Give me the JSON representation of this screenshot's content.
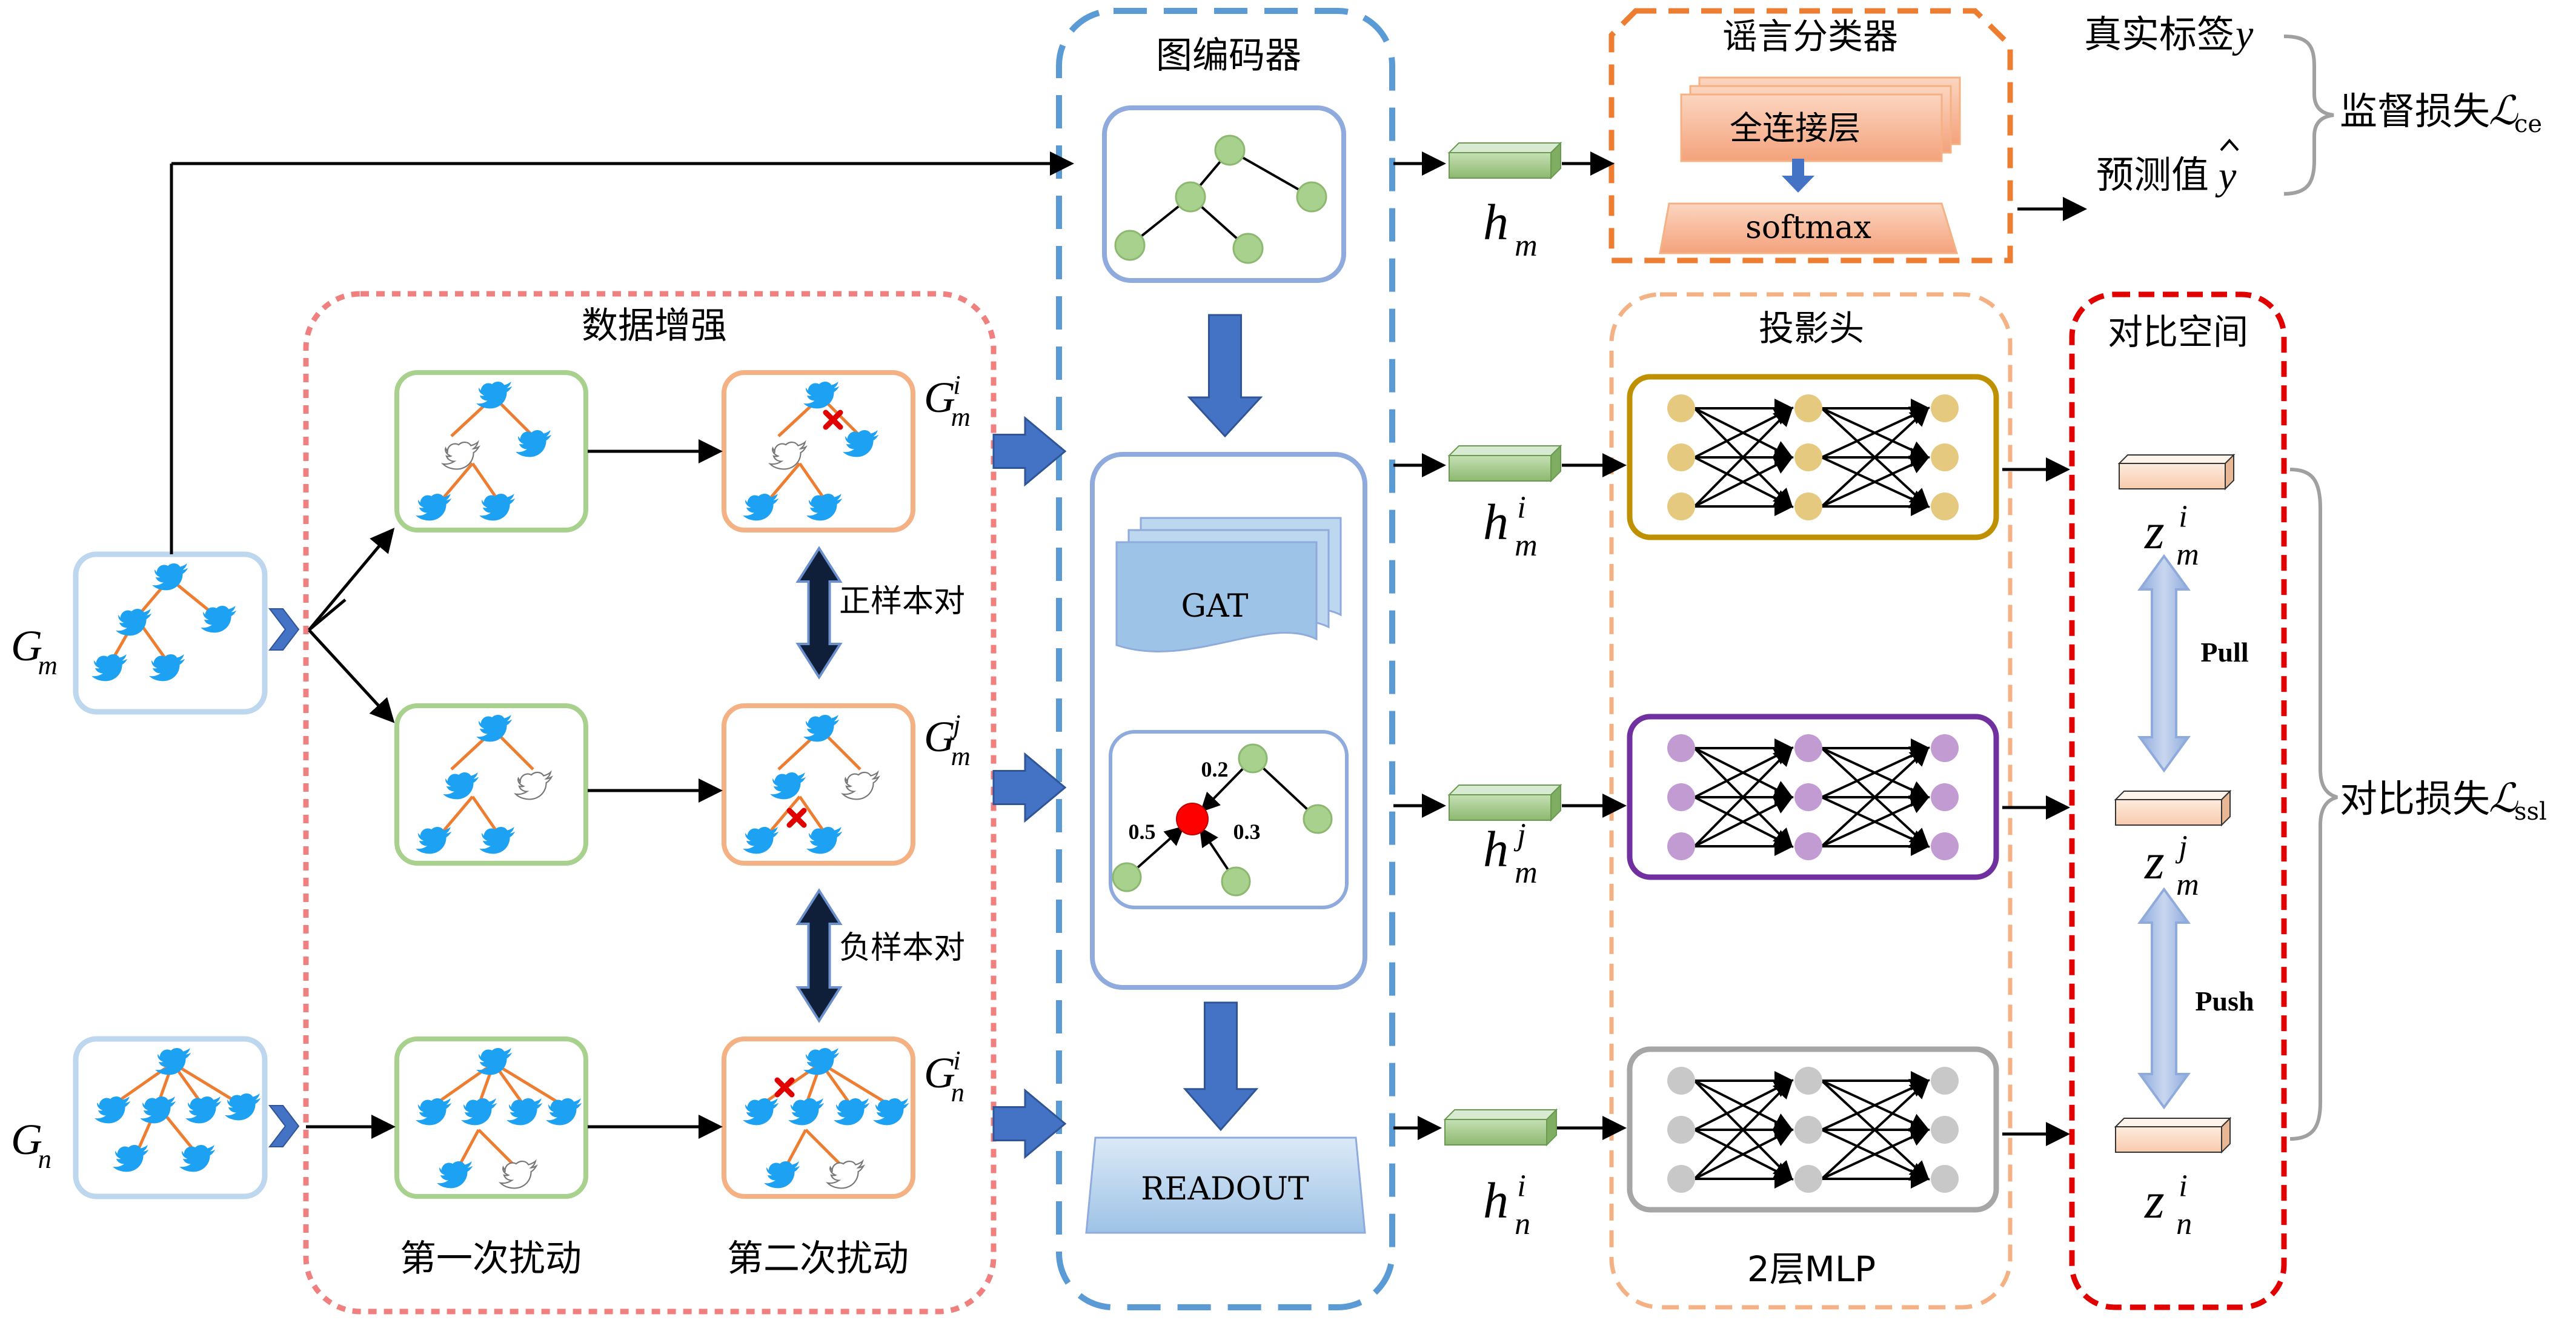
{
  "colors": {
    "graph_encoder_border": "#5B9BD5",
    "augmentation_border": "#F08080",
    "classifier_border": "#ED7D31",
    "projection_border": "#F4B183",
    "contrastive_border": "#E00000",
    "green_node": "#A9D18E",
    "tweet_blue": "#1DA1F2",
    "edge_orange": "#ED7D31",
    "layer_blue": "#4472C4",
    "mlp_gold": "#E5C97E",
    "mlp_purple": "#C39BD3",
    "mlp_gray": "#C8C8C8"
  },
  "inputs": {
    "gm": {
      "base": "G",
      "sub": "m"
    },
    "gn": {
      "base": "G",
      "sub": "n"
    }
  },
  "augmentation": {
    "title": "数据增强",
    "first_perturb": "第一次扰动",
    "second_perturb": "第二次扰动",
    "positive_pair": "正样本对",
    "negative_pair": "负样本对",
    "views": [
      {
        "base": "G",
        "sub": "m",
        "sup": "i"
      },
      {
        "base": "G",
        "sub": "m",
        "sup": "j"
      },
      {
        "base": "G",
        "sub": "n",
        "sup": "i"
      }
    ]
  },
  "encoder": {
    "title": "图编码器",
    "gat_label": "GAT",
    "readout_label": "READOUT",
    "attention_weights": [
      "0.2",
      "0.5",
      "0.3"
    ]
  },
  "embeddings": {
    "hm": {
      "base": "h",
      "sub": "m"
    },
    "hmi": {
      "base": "h",
      "sub": "m",
      "sup": "i"
    },
    "hmj": {
      "base": "h",
      "sub": "m",
      "sup": "j"
    },
    "hni": {
      "base": "h",
      "sub": "n",
      "sup": "i"
    }
  },
  "classifier": {
    "title": "谣言分类器",
    "fc_label": "全连接层",
    "softmax_label": "softmax"
  },
  "projection": {
    "title": "投影头",
    "caption": "2层MLP"
  },
  "contrastive": {
    "title": "对比空间",
    "pull": "Pull",
    "push": "Push",
    "vectors": [
      {
        "base": "z",
        "sub": "m",
        "sup": "i"
      },
      {
        "base": "z",
        "sub": "m",
        "sup": "j"
      },
      {
        "base": "z",
        "sub": "n",
        "sup": "i"
      }
    ]
  },
  "outputs": {
    "true_label_text": "真实标签",
    "true_label_var": "y",
    "pred_text": "预测值",
    "pred_var": "y",
    "supervised_loss_text": "监督损失",
    "supervised_loss_sub": "ce",
    "contrastive_loss_text": "对比损失",
    "contrastive_loss_sub": "ssl",
    "loss_symbol": "ℒ"
  }
}
